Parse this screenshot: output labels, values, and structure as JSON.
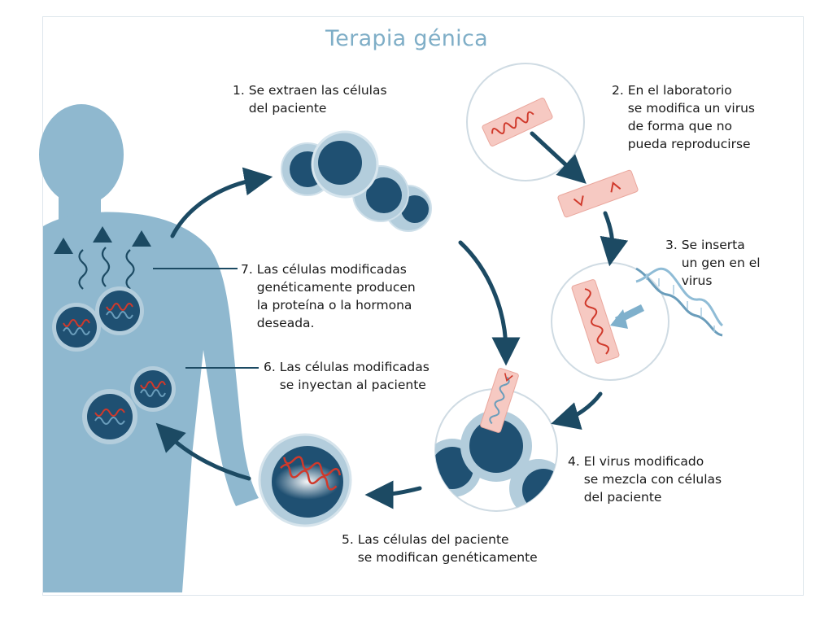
{
  "title": "Terapia génica",
  "steps": {
    "s1": "1. Se extraen las células\n    del paciente",
    "s2": "2. En el laboratorio\n    se modifica un virus\n    de forma que no\n    pueda reproducirse",
    "s3": "3. Se inserta\n    un gen en el\n    virus",
    "s4": "4. El virus modificado\n    se mezcla con células\n    del paciente",
    "s5": "5. Las células del paciente\n    se modifican genéticamente",
    "s6": "6. Las células modificadas\n    se inyectan al paciente",
    "s7": "7. Las células modificadas\n    genéticamente producen\n    la proteína o la hormona\n    deseada."
  },
  "colors": {
    "silhouette": "#8fb8cf",
    "cell_dark": "#1f5072",
    "cell_membrane": "#b3cddc",
    "virus": "#f6c9c2",
    "dna_red": "#d0392b",
    "dna_blue": "#6a9dbb",
    "arrow": "#1c4a63",
    "title": "#7faec7"
  }
}
